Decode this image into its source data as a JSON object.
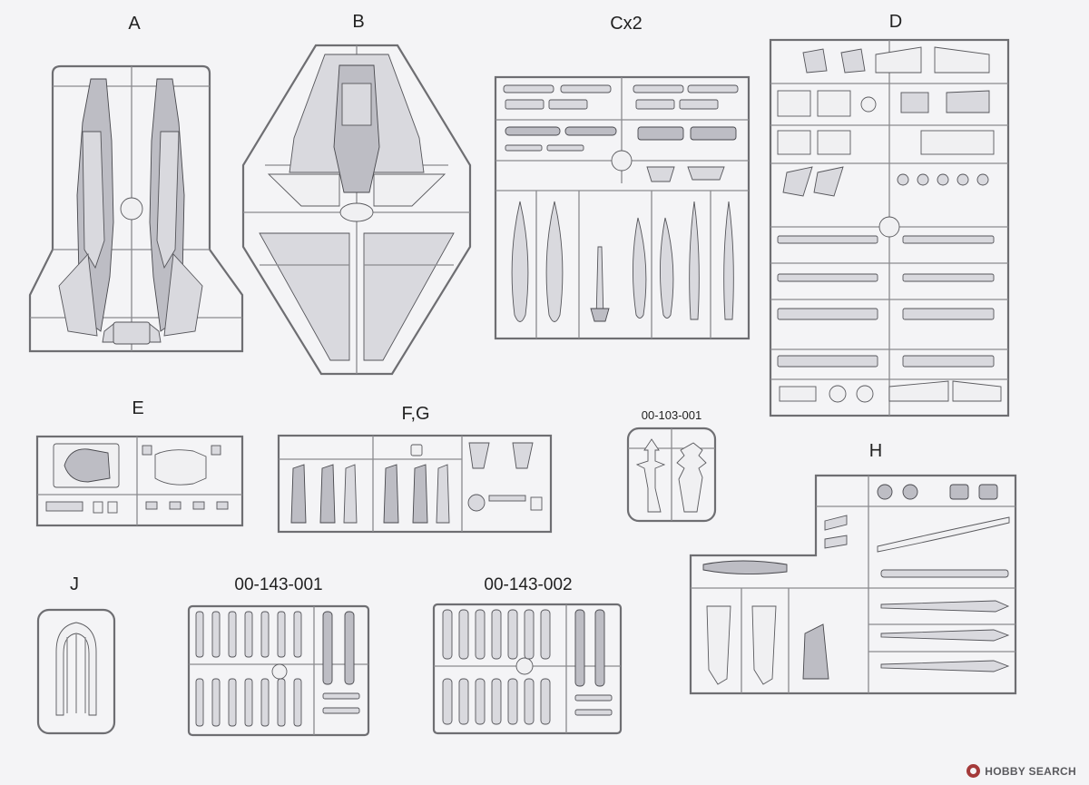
{
  "sprues": {
    "a": "A",
    "b": "B",
    "c": "Cx2",
    "d": "D",
    "e": "E",
    "fg": "F,G",
    "p103": "00-103-001",
    "h": "H",
    "j": "J",
    "p143a": "00-143-001",
    "p143b": "00-143-002"
  },
  "watermark": {
    "text": "HOBBY SEARCH"
  },
  "colors": {
    "background": "#f4f4f6",
    "frame": "#6e6e72",
    "part_fill": "#d9d9de",
    "brand_accent": "#a43a3a"
  }
}
